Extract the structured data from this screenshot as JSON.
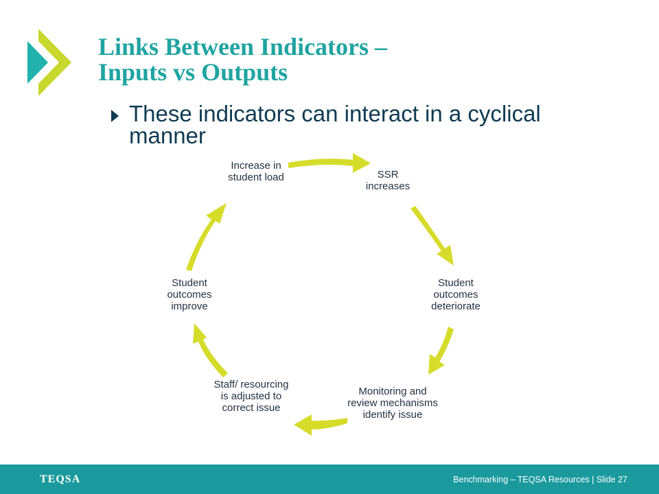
{
  "slide": {
    "title_line1": "Links Between Indicators –",
    "title_line2": "Inputs vs Outputs",
    "bullet": "These indicators can interact in a cyclical manner"
  },
  "cycle": {
    "type": "cycle",
    "nodes": [
      {
        "id": "n1",
        "label": "Increase in student load"
      },
      {
        "id": "n2",
        "label": "SSR increases"
      },
      {
        "id": "n3",
        "label": "Student outcomes deteriorate"
      },
      {
        "id": "n4",
        "label": "Monitoring and review mechanisms identify issue"
      },
      {
        "id": "n5",
        "label": "Staff/ resourcing is adjusted to correct issue"
      },
      {
        "id": "n6",
        "label": "Student outcomes improve"
      }
    ],
    "edges": [
      {
        "from": "n1",
        "to": "n2"
      },
      {
        "from": "n2",
        "to": "n3"
      },
      {
        "from": "n3",
        "to": "n4"
      },
      {
        "from": "n4",
        "to": "n5"
      },
      {
        "from": "n5",
        "to": "n6"
      },
      {
        "from": "n6",
        "to": "n1"
      }
    ],
    "arrow_color": "#d6dc2a"
  },
  "footer": {
    "brand": "TEQSA",
    "text": "Benchmarking – TEQSA Resources |  Slide 27"
  },
  "colors": {
    "title": "#1fa4a1",
    "body_text": "#0f3a52",
    "footer_bg": "#1a9a9d",
    "logo_green": "#c8d82c",
    "logo_teal": "#22b2ad"
  }
}
